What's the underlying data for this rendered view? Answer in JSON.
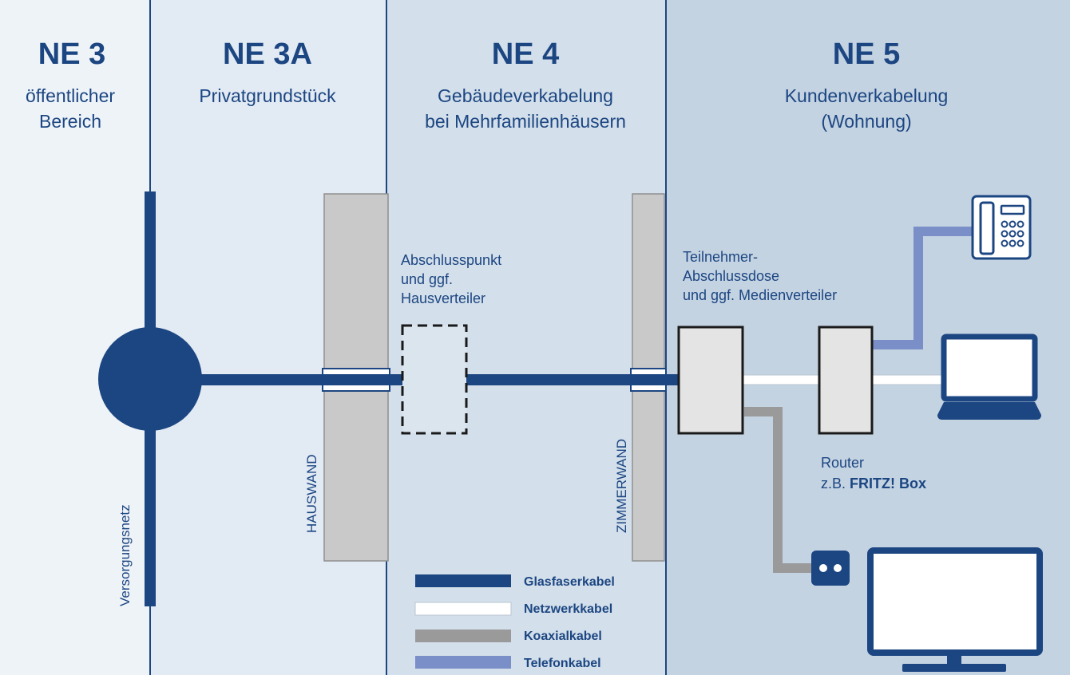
{
  "zones": [
    {
      "title": "NE 3",
      "subtitle": [
        "öffentlicher",
        "Bereich"
      ]
    },
    {
      "title": "NE 3A",
      "subtitle": [
        "Privatgrundstück"
      ]
    },
    {
      "title": "NE 4",
      "subtitle": [
        "Gebäudeverkabelung",
        "bei Mehrfamilienhäusern"
      ]
    },
    {
      "title": "NE 5",
      "subtitle": [
        "Kundenverkabelung",
        "(Wohnung)"
      ]
    }
  ],
  "labels": {
    "versorgungsnetz": "Versorgungsnetz",
    "hauswand": "HAUSWAND",
    "zimmerwand": "ZIMMERWAND",
    "abschlusspunkt": [
      "Abschlusspunkt",
      "und ggf.",
      "Hausverteiler"
    ],
    "teilnehmer": [
      "Teilnehmer-",
      "Abschlussdose",
      "und ggf. Medienverteiler"
    ],
    "router": "Router",
    "router_example_prefix": "z.B. ",
    "router_example_brand": "FRITZ! Box"
  },
  "legend": [
    {
      "label": "Glasfaserkabel",
      "color": "#1c4682"
    },
    {
      "label": "Netzwerkkabel",
      "color": "#ffffff"
    },
    {
      "label": "Koaxialkabel",
      "color": "#9a9a9a"
    },
    {
      "label": "Telefonkabel",
      "color": "#7a8ec8"
    }
  ],
  "colors": {
    "primary": "#1c4682",
    "zone_ne3": "#eef3f8",
    "zone_ne3a": "#e2eaf3",
    "zone_ne4": "#d3dfea",
    "zone_ne5": "#c4d3e2",
    "wall": "#c9c9c9",
    "coax": "#9a9a9a",
    "phone": "#7a8ec8"
  },
  "icons": [
    "telephone-icon",
    "laptop-icon",
    "wall-socket-icon",
    "monitor-icon",
    "router-box",
    "termination-box",
    "distribution-point"
  ]
}
